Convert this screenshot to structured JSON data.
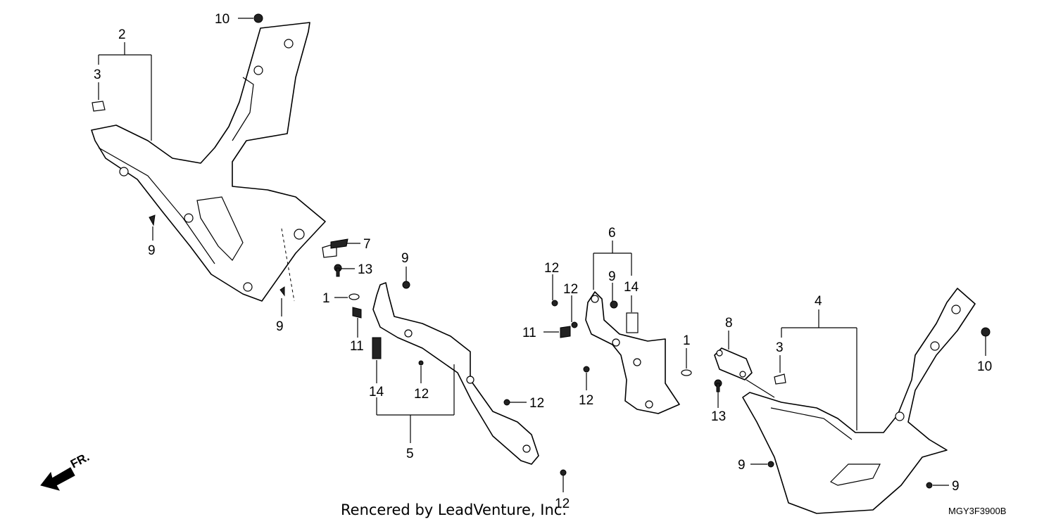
{
  "diagram": {
    "callouts": {
      "c10a": "10",
      "c2": "2",
      "c3a": "3",
      "c9a": "9",
      "c9b": "9",
      "c7": "7",
      "c13a": "13",
      "c1a": "1",
      "c11a": "11",
      "c14a": "14",
      "c9c": "9",
      "c12a": "12",
      "c12b": "12",
      "c5": "5",
      "c12c": "12",
      "c6": "6",
      "c12d": "12",
      "c12e": "12",
      "c9d": "9",
      "c14b": "14",
      "c11b": "11",
      "c12f": "12",
      "c1b": "1",
      "c8": "8",
      "c13b": "13",
      "c4": "4",
      "c3b": "3",
      "c10b": "10",
      "c9e": "9",
      "c9f": "9"
    },
    "direction_label": "FR.",
    "footer_text": "Rencered by LeadVenture, Inc.",
    "diagram_code": "MGY3F3900B"
  }
}
